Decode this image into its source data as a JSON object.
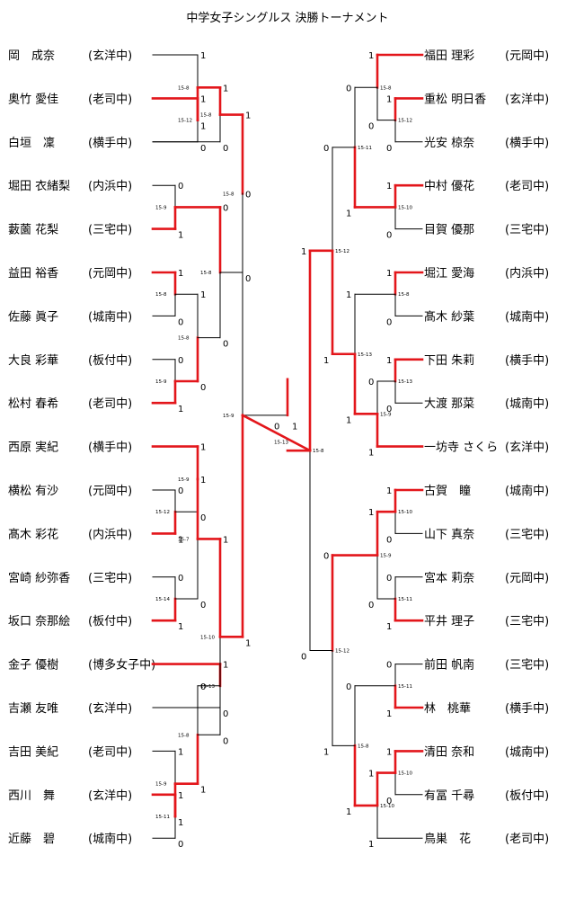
{
  "title": "中学女子シングルス 決勝トーナメント",
  "colors": {
    "winner_line": "#e3161b",
    "line": "#000000"
  },
  "left_players": [
    {
      "name": "岡　成奈",
      "school": "(玄洋中)"
    },
    {
      "name": "奥竹 愛佳",
      "school": "(老司中)"
    },
    {
      "name": "白垣　凜",
      "school": "(横手中)"
    },
    {
      "name": "堀田 衣緒梨",
      "school": "(内浜中)"
    },
    {
      "name": "藪薗 花梨",
      "school": "(三宅中)"
    },
    {
      "name": "益田 裕香",
      "school": "(元岡中)"
    },
    {
      "name": "佐藤 眞子",
      "school": "(城南中)"
    },
    {
      "name": "大良 彩華",
      "school": "(板付中)"
    },
    {
      "name": "松村 春希",
      "school": "(老司中)"
    },
    {
      "name": "西原 実紀",
      "school": "(横手中)"
    },
    {
      "name": "横松 有沙",
      "school": "(元岡中)"
    },
    {
      "name": "髙木 彩花",
      "school": "(内浜中)"
    },
    {
      "name": "宮崎 紗弥香",
      "school": "(三宅中)"
    },
    {
      "name": "坂口 奈那絵",
      "school": "(板付中)"
    },
    {
      "name": "金子 優樹",
      "school": "(博多女子中)"
    },
    {
      "name": "吉瀬 友唯",
      "school": "(玄洋中)"
    },
    {
      "name": "吉田 美紀",
      "school": "(老司中)"
    },
    {
      "name": "西川　舞",
      "school": "(玄洋中)"
    },
    {
      "name": "近藤　碧",
      "school": "(城南中)"
    }
  ],
  "right_players": [
    {
      "name": "福田 理彩",
      "school": "(元岡中)"
    },
    {
      "name": "重松 明日香",
      "school": "(玄洋中)"
    },
    {
      "name": "光安 椋奈",
      "school": "(横手中)"
    },
    {
      "name": "中村 優花",
      "school": "(老司中)"
    },
    {
      "name": "目賀 優那",
      "school": "(三宅中)"
    },
    {
      "name": "堀江 愛海",
      "school": "(内浜中)"
    },
    {
      "name": "髙木 紗葉",
      "school": "(城南中)"
    },
    {
      "name": "下田 朱莉",
      "school": "(横手中)"
    },
    {
      "name": "大渡 那菜",
      "school": "(城南中)"
    },
    {
      "name": "一坊寺 さくら",
      "school": "(玄洋中)"
    },
    {
      "name": "古賀　瞳",
      "school": "(城南中)"
    },
    {
      "name": "山下 真奈",
      "school": "(三宅中)"
    },
    {
      "name": "宮本 莉奈",
      "school": "(元岡中)"
    },
    {
      "name": "平井 理子",
      "school": "(三宅中)"
    },
    {
      "name": "前田 帆南",
      "school": "(三宅中)"
    },
    {
      "name": "林　桃華",
      "school": "(横手中)"
    },
    {
      "name": "清田 奈和",
      "school": "(城南中)"
    },
    {
      "name": "有冨 千尋",
      "school": "(板付中)"
    },
    {
      "name": "鳥巣　花",
      "school": "(老司中)"
    }
  ],
  "left_matches": [
    {
      "a": "L1",
      "b": "L2",
      "score": "15-12",
      "winner": "a",
      "res_a": "1",
      "res_b": "0"
    },
    {
      "a": "L0",
      "b": "m0",
      "score": "15-8",
      "winner": "b",
      "res_a": "1",
      "res_b": "1"
    },
    {
      "a": "m1",
      "b": "L2",
      "score": "15-8",
      "winner": "a",
      "res_a": "1",
      "res_b": "0"
    },
    {
      "a": "L3",
      "b": "L4",
      "score": "15-9",
      "winner": "b",
      "res_a": "0",
      "res_b": "1"
    },
    {
      "a": "L5",
      "b": "L6",
      "score": "15-8",
      "winner": "a",
      "res_a": "1",
      "res_b": "0"
    },
    {
      "a": "L7",
      "b": "L8",
      "score": "15-9",
      "winner": "b",
      "res_a": "0",
      "res_b": "1"
    },
    {
      "a": "m4",
      "b": "m5",
      "score": "15-8",
      "winner": "b",
      "res_a": "1",
      "res_b": "0"
    },
    {
      "a": "m3",
      "b": "m6",
      "score": "15-8",
      "winner": "a",
      "res_a": "0",
      "res_b": "0"
    },
    {
      "a": "m2",
      "b": "m7",
      "score": "15-8",
      "winner": "a",
      "res_a": "1",
      "res_b": "0"
    },
    {
      "a": "L10",
      "b": "L11",
      "score": "15-12",
      "winner": "b",
      "res_a": "0",
      "res_b": "1"
    },
    {
      "a": "L9",
      "b": "m9",
      "score": "15-9",
      "winner": "a",
      "res_a": "1",
      "res_b": "0"
    },
    {
      "a": "L12",
      "b": "L13",
      "score": "15-14",
      "winner": "b",
      "res_a": "0",
      "res_b": "1"
    },
    {
      "a": "m10",
      "b": "m11",
      "score": "15-7",
      "winner": "a",
      "res_a": "1",
      "res_b": "0"
    },
    {
      "a": "L14",
      "b": "L15",
      "score": "15-13",
      "winner": "a",
      "res_a": "1",
      "res_b": "0"
    },
    {
      "a": "L17",
      "b": "L18",
      "score": "15-11",
      "winner": "a",
      "res_a": "1",
      "res_b": "0"
    },
    {
      "a": "L16",
      "b": "m14",
      "score": "15-9",
      "winner": "b",
      "res_a": "1",
      "res_b": "1"
    },
    {
      "a": "m13",
      "b": "m15",
      "score": "15-8",
      "winner": "b",
      "res_a": "0",
      "res_b": "1"
    },
    {
      "a": "m12",
      "b": "m16",
      "score": "15-10",
      "winner": "a",
      "res_a": "1",
      "res_b": "0"
    },
    {
      "a": "m8",
      "b": "m17",
      "score": "15-9",
      "winner": "b",
      "res_a": "0",
      "res_b": "1"
    }
  ],
  "right_matches": [
    {
      "a": "R1",
      "b": "R2",
      "score": "15-12",
      "winner": "a",
      "res_a": "1",
      "res_b": "0"
    },
    {
      "a": "R0",
      "b": "m0",
      "score": "15-8",
      "winner": "a",
      "res_a": "1",
      "res_b": "0"
    },
    {
      "a": "R3",
      "b": "R4",
      "score": "15-10",
      "winner": "a",
      "res_a": "1",
      "res_b": "0"
    },
    {
      "a": "m1",
      "b": "m2",
      "score": "15-11",
      "winner": "b",
      "res_a": "0",
      "res_b": "1"
    },
    {
      "a": "R5",
      "b": "R6",
      "score": "15-8",
      "winner": "a",
      "res_a": "1",
      "res_b": "0"
    },
    {
      "a": "R7",
      "b": "R8",
      "score": "15-13",
      "winner": "a",
      "res_a": "1",
      "res_b": "0"
    },
    {
      "a": "m5",
      "b": "R9",
      "score": "15-9",
      "winner": "b",
      "res_a": "0",
      "res_b": "1"
    },
    {
      "a": "m4",
      "b": "m6",
      "score": "15-13",
      "winner": "b",
      "res_a": "1",
      "res_b": "1"
    },
    {
      "a": "m3",
      "b": "m7",
      "score": "15-12",
      "winner": "b",
      "res_a": "0",
      "res_b": "1"
    },
    {
      "a": "R10",
      "b": "R11",
      "score": "15-10",
      "winner": "a",
      "res_a": "1",
      "res_b": "0"
    },
    {
      "a": "R12",
      "b": "R13",
      "score": "15-11",
      "winner": "b",
      "res_a": "0",
      "res_b": "1"
    },
    {
      "a": "m9",
      "b": "m10",
      "score": "15-9",
      "winner": "a",
      "res_a": "1",
      "res_b": "0"
    },
    {
      "a": "R14",
      "b": "R15",
      "score": "15-11",
      "winner": "b",
      "res_a": "0",
      "res_b": "1"
    },
    {
      "a": "R16",
      "b": "R17",
      "score": "15-10",
      "winner": "a",
      "res_a": "1",
      "res_b": "0"
    },
    {
      "a": "m13",
      "b": "R18",
      "score": "15-10",
      "winner": "a",
      "res_a": "1",
      "res_b": "1"
    },
    {
      "a": "m12",
      "b": "m14",
      "score": "15-8",
      "winner": "b",
      "res_a": "0",
      "res_b": "1"
    },
    {
      "a": "m11",
      "b": "m15",
      "score": "15-12",
      "winner": "a",
      "res_a": "0",
      "res_b": "1"
    },
    {
      "a": "m8",
      "b": "m16",
      "score": "15-8",
      "winner": "a",
      "res_a": "1",
      "res_b": "0"
    }
  ],
  "final": {
    "score": "15-13",
    "res_left": "0",
    "res_right": "1"
  }
}
